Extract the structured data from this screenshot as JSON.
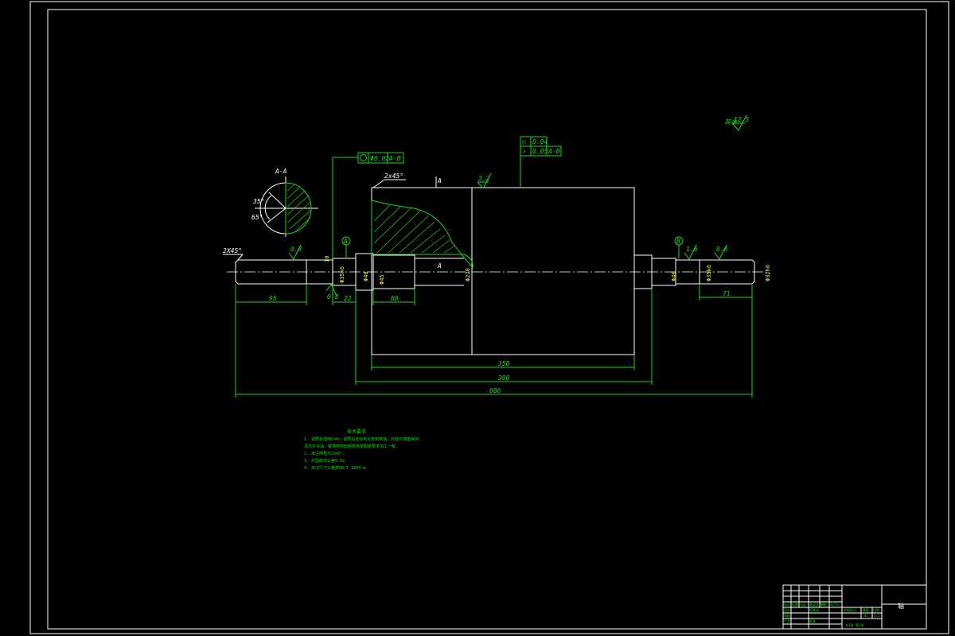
{
  "section": {
    "label": "A-A",
    "angle_top": "35°",
    "angle_bottom": "65°"
  },
  "chamfers": {
    "left": "2X45°",
    "mid": "2x45°"
  },
  "roughness": {
    "global_prefix": "其余",
    "global": "12.5",
    "r1": "0.8",
    "r2": "3.2",
    "r3": "0.8",
    "r4": "1.6",
    "r5": "0.8"
  },
  "tolerance_frames": {
    "left": {
      "value": "Φ0.02",
      "datum": "A-B"
    },
    "right_top": {
      "value": "0.04"
    },
    "right_bottom": {
      "value": "0.05",
      "datum": "A-B"
    }
  },
  "datums": {
    "a_label": "A",
    "b_label": "B",
    "a_circle": "A",
    "b_circle": "B"
  },
  "diameters": {
    "d1": "Φ35k6",
    "d2": "Φ40",
    "d3": "Φ45",
    "d4": "Φ220",
    "d5": "Φ40",
    "d6": "Φ35k6",
    "d7": "Φ32h6",
    "key": "10"
  },
  "dimensions": {
    "d95": "95",
    "d22": "22",
    "d60": "60",
    "d71": "71",
    "d350": "350",
    "d390": "390",
    "d686": "686"
  },
  "notes": {
    "title": "技术要求",
    "items": [
      "1. 调质处理HB240，调质后去除氧化皮和锈蚀，外圆与端面保持",
      "   清洁并涂油，键槽两侧面粗糙度按图纸要求加工一致。",
      "2. 未注倒角为2X45°。",
      "3. 外圆跳动公差0.02。",
      "4. 未注尺寸公差按GB/T 1804-m。"
    ]
  },
  "title_block": {
    "part_name": "轴",
    "material": "45",
    "scale": "1:2",
    "sheet": "共1张 第1张",
    "cells": [
      "标记",
      "处数",
      "分区",
      "更改文件号",
      "签名",
      "年月日",
      "设计",
      "标准化",
      "审核",
      "工艺",
      "批准",
      "阶段标记",
      "重量",
      "比例"
    ]
  }
}
